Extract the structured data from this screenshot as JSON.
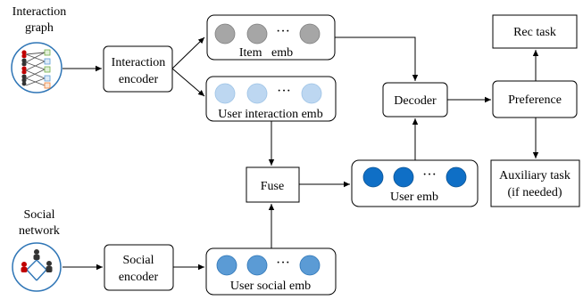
{
  "labels": {
    "interaction_graph": [
      "Interaction",
      "graph"
    ],
    "interaction_encoder": [
      "Interaction",
      "encoder"
    ],
    "item_emb": "Item   emb",
    "user_interaction_emb": "User interaction emb",
    "fuse": "Fuse",
    "decoder": "Decoder",
    "user_emb": "User emb",
    "preference": "Preference",
    "rec_task": "Rec task",
    "auxiliary_task": [
      "Auxiliary task",
      "(if needed)"
    ],
    "social_network": [
      "Social",
      "network"
    ],
    "social_encoder": [
      "Social",
      "encoder"
    ],
    "user_social_emb": "User social emb",
    "ellipsis": "···"
  },
  "colors": {
    "item_dot": "#a6a6a6",
    "user_interaction_dot": "#bdd7f1",
    "user_emb_dot": "#0f6fc6",
    "user_social_dot": "#5b9bd5",
    "stroke": "#000000"
  },
  "icons": [
    "interaction-graph-icon",
    "social-network-icon"
  ]
}
